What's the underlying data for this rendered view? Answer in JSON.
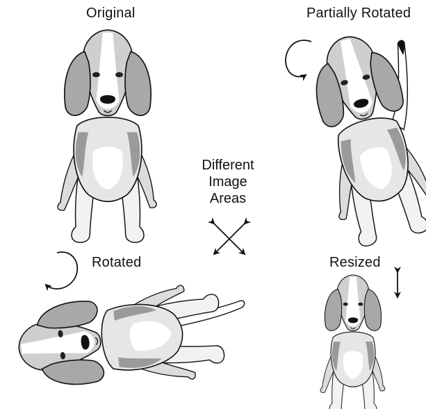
{
  "labels": {
    "original": "Original",
    "partially_rotated": "Partially Rotated",
    "rotated": "Rotated",
    "resized": "Resized",
    "center": [
      "Different",
      "Image",
      "Areas"
    ]
  },
  "colors": {
    "ink": "#111111",
    "dark_fur": "#8c8c8c",
    "mid_fur": "#c4c4c4",
    "light_fur": "#ececec",
    "white": "#ffffff"
  },
  "icons": [
    "curved-arrow-icon",
    "double-arrow-icon",
    "cross-arrows-icon",
    "beagle-illustration"
  ]
}
